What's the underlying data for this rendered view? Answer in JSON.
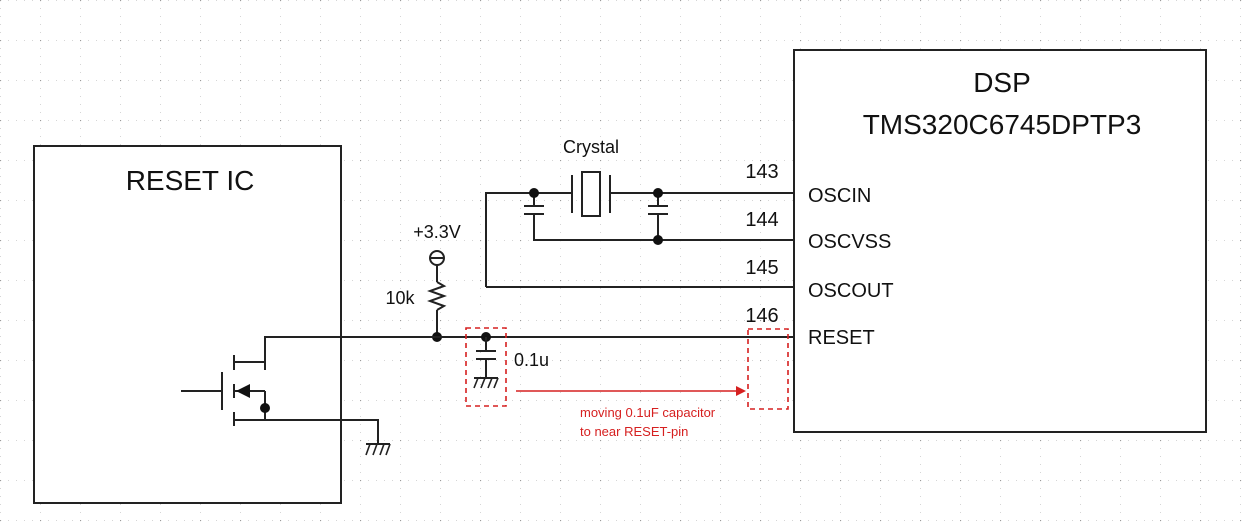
{
  "reset_ic": {
    "title": "RESET IC"
  },
  "dsp": {
    "title": "DSP",
    "part": "TMS320C6745DPTP3",
    "pins": [
      {
        "number": "143",
        "name": "OSCIN"
      },
      {
        "number": "144",
        "name": "OSCVSS"
      },
      {
        "number": "145",
        "name": "OSCOUT"
      },
      {
        "number": "146",
        "name": "RESET"
      }
    ]
  },
  "components": {
    "crystal": "Crystal",
    "supply": "+3.3V",
    "resistor": "10k",
    "capacitor": "0.1u"
  },
  "annotation": {
    "line1": "moving 0.1uF capacitor",
    "line2": "to near RESET-pin",
    "color": "#d62020"
  }
}
